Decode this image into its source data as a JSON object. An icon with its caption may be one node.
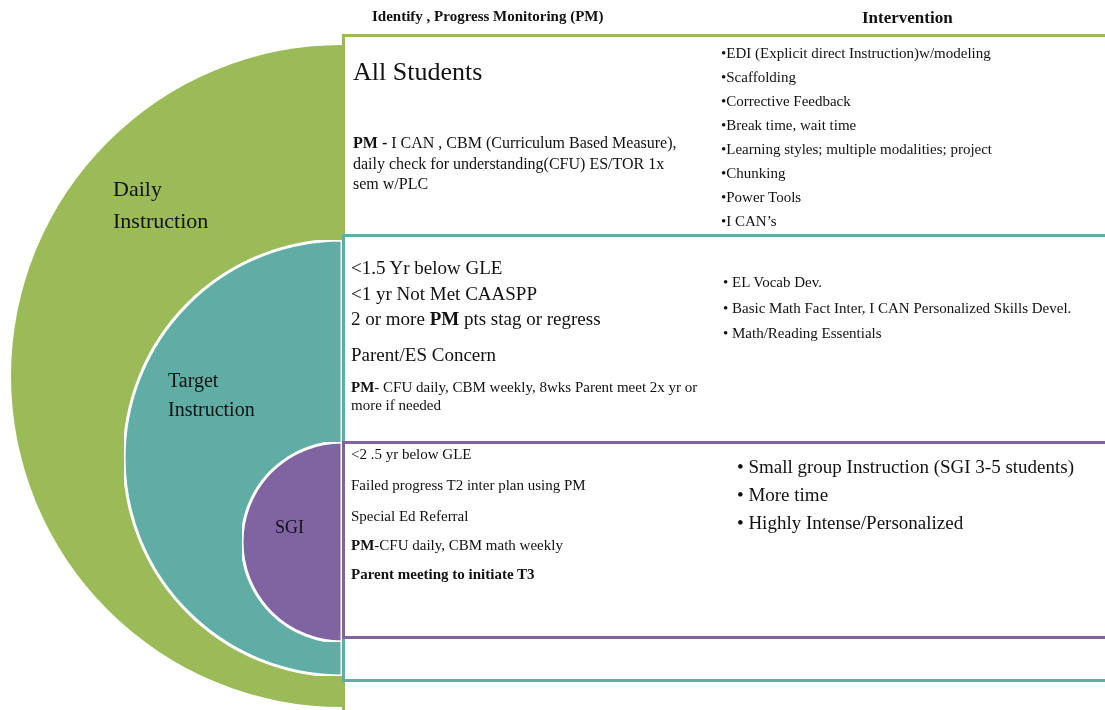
{
  "diagram": {
    "nodes": [
      {
        "text": [
          "Daily Instruction"
        ]
      },
      {
        "text": [
          "Target Instruction"
        ],
        "in": 0
      },
      {
        "text": [
          "SGI"
        ],
        "in": 1
      },
      {
        "text": [
          "All Students",
          "**PM -** I CAN , CBM (Curriculum Based Measure), daily check for understanding(CFU) ES/TOR 1x sem w/PLC",
          "•EDI (Explicit direct Instruction)w/modeling",
          "•Scaffolding",
          "•Corrective Feedback",
          "•Break time, wait time",
          "•Learning styles; multiple modalities; project",
          "•Chunking",
          "•Power Tools",
          "•I CAN’s"
        ]
      },
      {
        "text": [
          "<1.5 Yr below GLE",
          "<1 yr Not Met CAASPP",
          "2 or more **PM** pts stag or regress",
          "Parent/ES Concern",
          "**PM**- CFU daily, CBM weekly, 8wks Parent meet 2x yr or more if needed",
          "• EL Vocab Dev.",
          "• Basic Math Fact Inter, I CAN Personalized Skills Devel.",
          "• Math/Reading Essentials"
        ],
        "in": 3
      },
      {
        "text": [
          "<2 .5 yr below GLE",
          "Failed progress T2 inter plan using PM",
          "Special Ed Referral",
          "**PM**-CFU daily, CBM math weekly",
          "Parent meeting to initiate T3",
          "• Small group Instruction (SGI 3-5 students)",
          "• More time",
          "• Highly Intense/Personalized"
        ],
        "in": 4
      }
    ],
    "labels": [
      "Identify , Progress Monitoring (PM)",
      "Intervention"
    ]
  }
}
